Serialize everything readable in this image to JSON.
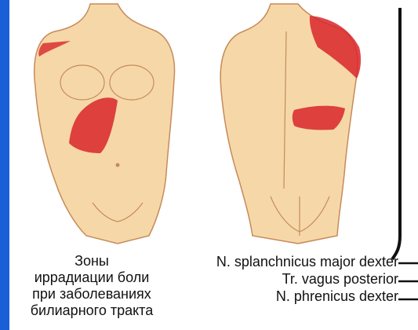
{
  "caption_left": {
    "line1": "Зоны",
    "line2": "иррадиации боли",
    "line3": "при заболеваниях",
    "line4": "билиарного тракта"
  },
  "labels": [
    {
      "text": "N. splanchnicus major dexter"
    },
    {
      "text": "Tr. vagus posterior"
    },
    {
      "text": "N. phrenicus dexter"
    }
  ],
  "colors": {
    "background": "#1b5fd8",
    "skin": "#f6d8a8",
    "pain_zone": "#d9262a"
  }
}
